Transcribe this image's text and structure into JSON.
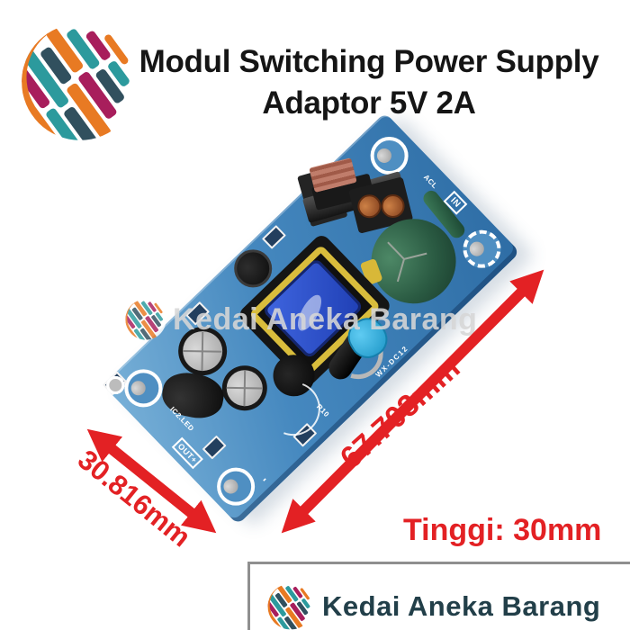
{
  "title": {
    "line1": "Modul Switching Power Supply",
    "line2": "Adaptor 5V 2A"
  },
  "watermark": {
    "text": "Kedai Aneka Barang"
  },
  "footer": {
    "brand": "Kedai Aneka Barang"
  },
  "dimensions": {
    "width": "30.816mm",
    "length": "67.703mm",
    "height": "Tinggi: 30mm"
  },
  "pcb": {
    "labels": {
      "in": "IN",
      "acl": "ACL",
      "out": "OUT+",
      "minus": "-",
      "ic": "IC2.LED",
      "r10": "R10",
      "model": "WX-DC12"
    }
  },
  "colors": {
    "accent_red": "#e32124",
    "brand_dark": "#223f49",
    "pcb_blue": "#3c7fb8",
    "logo_orange": "#e87a23",
    "logo_teal": "#2c9a9d",
    "logo_magenta": "#a81e5c",
    "logo_slate": "#31505e"
  }
}
